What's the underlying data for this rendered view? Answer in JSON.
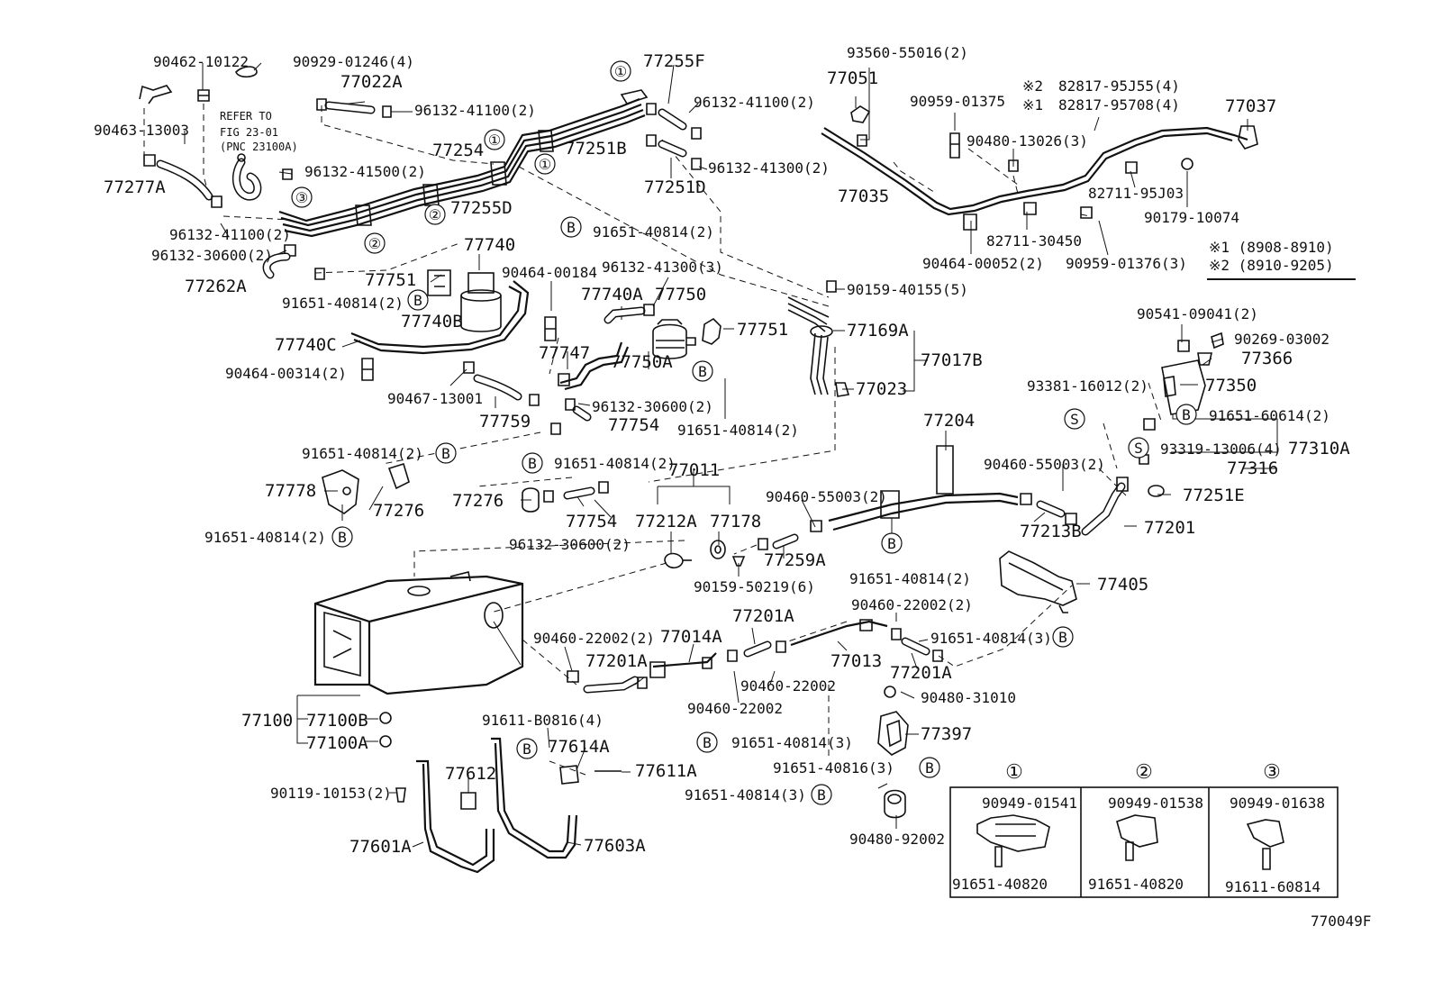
{
  "labels": {
    "l_90462_10122": "90462-10122",
    "l_90929_01246": "90929-01246(4)",
    "l_77022A": "77022A",
    "l_90463_13003": "90463-13003",
    "l_refer1": "REFER TO",
    "l_refer2": "FIG 23-01",
    "l_refer3": "(PNC 23100A)",
    "l_96132_41100_a": "96132-41100(2)",
    "l_77254": "77254",
    "l_77277A": "77277A",
    "l_96132_41500": "96132-41500(2)",
    "l_96132_41100_b": "96132-41100(2)",
    "l_96132_30600_a": "96132-30600(2)",
    "l_77255D": "77255D",
    "l_77255F": "77255F",
    "l_96132_41100_c": "96132-41100(2)",
    "l_77251B": "77251B",
    "l_96132_41300_a": "96132-41300(2)",
    "l_77251D": "77251D",
    "l_77262A": "77262A",
    "l_77740": "77740",
    "l_77751_a": "77751",
    "l_91651_40814_a": "91651-40814(2)",
    "l_77740B": "77740B",
    "l_77740C": "77740C",
    "l_90464_00314": "90464-00314(2)",
    "l_90467_13001": "90467-13001",
    "l_77759": "77759",
    "l_91651_40814_b": "91651-40814(2)",
    "l_90464_00184": "90464-00184",
    "l_96132_41300_b": "96132-41300(3)",
    "l_77740A": "77740A",
    "l_77750": "77750",
    "l_77747": "77747",
    "l_77750A": "77750A",
    "l_96132_30600_b": "96132-30600(2)",
    "l_77754_a": "77754",
    "l_77751_b": "77751",
    "l_91651_40814_c": "91651-40814(2)",
    "l_93560_55016": "93560-55016(2)",
    "l_77051": "77051",
    "l_90959_01375": "90959-01375",
    "l_82817_95J55": "82817-95J55(4)",
    "l_82817_95708": "82817-95708(4)",
    "l_77037": "77037",
    "l_90480_13026": "90480-13026(3)",
    "l_77035": "77035",
    "l_82711_95J03": "82711-95J03",
    "l_90179_10074": "90179-10074",
    "l_82711_30450": "82711-30450",
    "l_90464_00052": "90464-00052(2)",
    "l_90959_01376": "90959-01376(3)",
    "l_note1": "※1 (8908-8910)",
    "l_note2": "※2 (8910-9205)",
    "l_mark2": "※2",
    "l_mark1": "※1",
    "l_90159_40155": "90159-40155(5)",
    "l_77169A": "77169A",
    "l_77017B": "77017B",
    "l_77023": "77023",
    "l_90541_09041": "90541-09041(2)",
    "l_90269_03002": "90269-03002",
    "l_77366": "77366",
    "l_93381_16012": "93381-16012(2)",
    "l_77350": "77350",
    "l_91651_60614": "91651-60614(2)",
    "l_93319_13006": "93319-13006(4)",
    "l_77310A": "77310A",
    "l_77316": "77316",
    "l_91651_40814_d": "91651-40814(2)",
    "l_77778": "77778",
    "l_77276_a": "77276",
    "l_91651_40814_e": "91651-40814(2)",
    "l_91651_40814_f": "91651-40814(2)",
    "l_77276_b": "77276",
    "l_77754_b": "77754",
    "l_96132_30600_c": "96132-30600(2)",
    "l_77011": "77011",
    "l_77212A": "77212A",
    "l_77178": "77178",
    "l_77204": "77204",
    "l_90460_55003_a": "90460-55003(2)",
    "l_90460_55003_b": "90460-55003(2)",
    "l_77251E": "77251E",
    "l_77213B": "77213B",
    "l_77201": "77201",
    "l_77259A": "77259A",
    "l_90159_50219": "90159-50219(6)",
    "l_91651_40814_g": "91651-40814(2)",
    "l_77405": "77405",
    "l_90460_22002_a": "90460-22002(2)",
    "l_77014A": "77014A",
    "l_77201A_a": "77201A",
    "l_77201A_b": "77201A",
    "l_90460_22002_b": "90460-22002(2)",
    "l_91651_40814_h": "91651-40814(3)",
    "l_77013": "77013",
    "l_77201A_c": "77201A",
    "l_90460_22002_c": "90460-22002",
    "l_90460_22002_d": "90460-22002",
    "l_90480_31010": "90480-31010",
    "l_77397": "77397",
    "l_91651_40814_i": "91651-40814(3)",
    "l_91651_40816": "91651-40816(3)",
    "l_91651_40814_j": "91651-40814(3)",
    "l_90480_92002": "90480-92002",
    "l_77100": "77100",
    "l_77100B": "77100B",
    "l_77100A": "77100A",
    "l_91611_B0816": "91611-B0816(4)",
    "l_77614A": "77614A",
    "l_77611A": "77611A",
    "l_77612": "77612",
    "l_90119_10153": "90119-10153(2)",
    "l_77601A": "77601A",
    "l_77603A": "77603A",
    "l_box1_top": "90949-01541",
    "l_box1_bot": "91651-40820",
    "l_box2_top": "90949-01538",
    "l_box2_bot": "91651-40820",
    "l_box3_top": "90949-01638",
    "l_box3_bot": "91611-60814",
    "l_figure": "770049F"
  },
  "markers": {
    "one": "①",
    "two": "②",
    "three": "③",
    "b": "B",
    "s": "S"
  }
}
